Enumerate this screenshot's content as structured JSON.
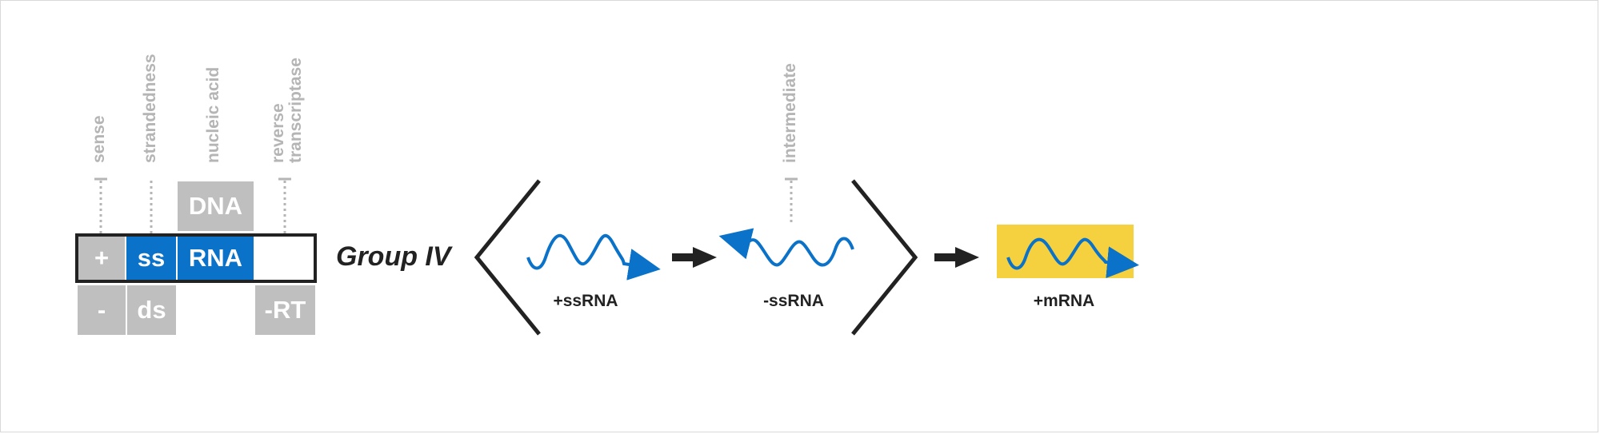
{
  "colors": {
    "accent_blue": "#0a72c8",
    "inactive_gray": "#bfbfbf",
    "label_gray": "#b5b5b5",
    "highlight_yellow": "#f6d13f",
    "ink": "#222222"
  },
  "classification": {
    "labels": {
      "sense": "sense",
      "strandedness": "strandedness",
      "nucleic_acid": "nucleic acid",
      "reverse_transcriptase": "reverse\ntranscriptase"
    },
    "top_row": {
      "dna": "DNA"
    },
    "selected_row": {
      "sense": "+",
      "strandedness": "ss",
      "nucleic_acid": "RNA",
      "rt": ""
    },
    "bottom_row": {
      "sense": "-",
      "strandedness": "ds",
      "rt": "-RT"
    }
  },
  "group_title": "Group IV",
  "pathway": {
    "genome_label": "+ssRNA",
    "intermediate_tag": "intermediate",
    "intermediate_label": "-ssRNA",
    "product_label": "+mRNA"
  },
  "icons": {
    "wave": "rna-wave-icon",
    "arrow": "right-arrow-icon",
    "bracket": "angle-bracket-icon"
  }
}
